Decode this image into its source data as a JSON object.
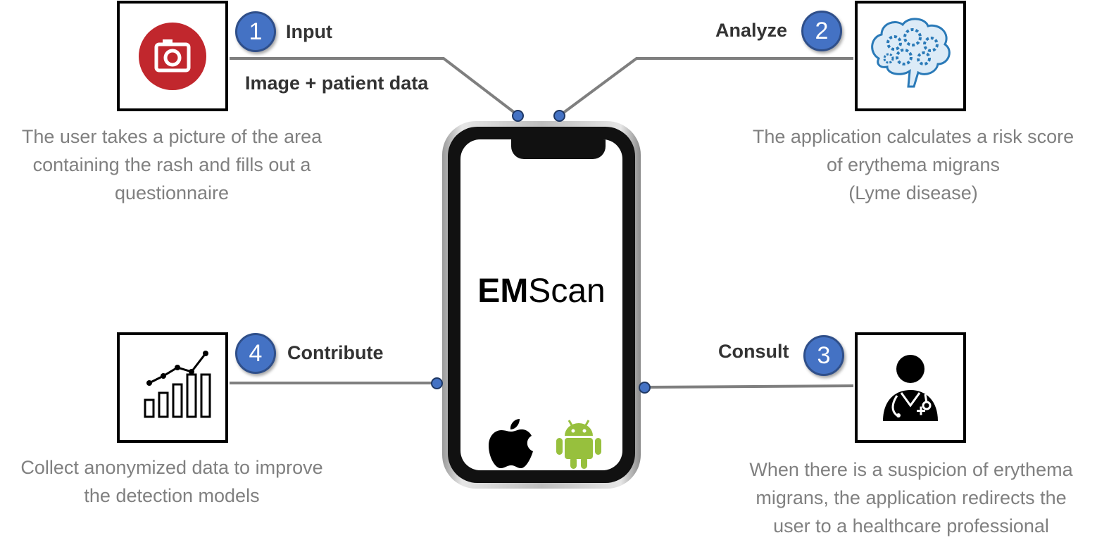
{
  "app": {
    "name_bold": "EM",
    "name_regular": "Scan"
  },
  "steps": [
    {
      "number": "1",
      "title": "Input",
      "subtitle": "Image + patient data",
      "description": [
        "The user takes a picture of the area",
        "containing the rash and fills out a",
        "questionnaire"
      ],
      "icon": "camera-icon"
    },
    {
      "number": "2",
      "title": "Analyze",
      "description": [
        "The application calculates a risk score",
        "of erythema migrans",
        "(Lyme disease)"
      ],
      "icon": "brain-gears-icon"
    },
    {
      "number": "3",
      "title": "Consult",
      "description": [
        "When there is a suspicion of erythema",
        "migrans, the application redirects the",
        "user to a healthcare professional"
      ],
      "icon": "doctor-icon"
    },
    {
      "number": "4",
      "title": "Contribute",
      "description": [
        "Collect anonymized data to improve",
        "the detection models"
      ],
      "icon": "growth-chart-icon"
    }
  ],
  "platforms": [
    "apple-icon",
    "android-icon"
  ],
  "colors": {
    "badge": "#4472c4",
    "camera": "#c1272d",
    "brain": "#2a7ab8",
    "android": "#97c03d",
    "connector": "#7f7f7f"
  }
}
